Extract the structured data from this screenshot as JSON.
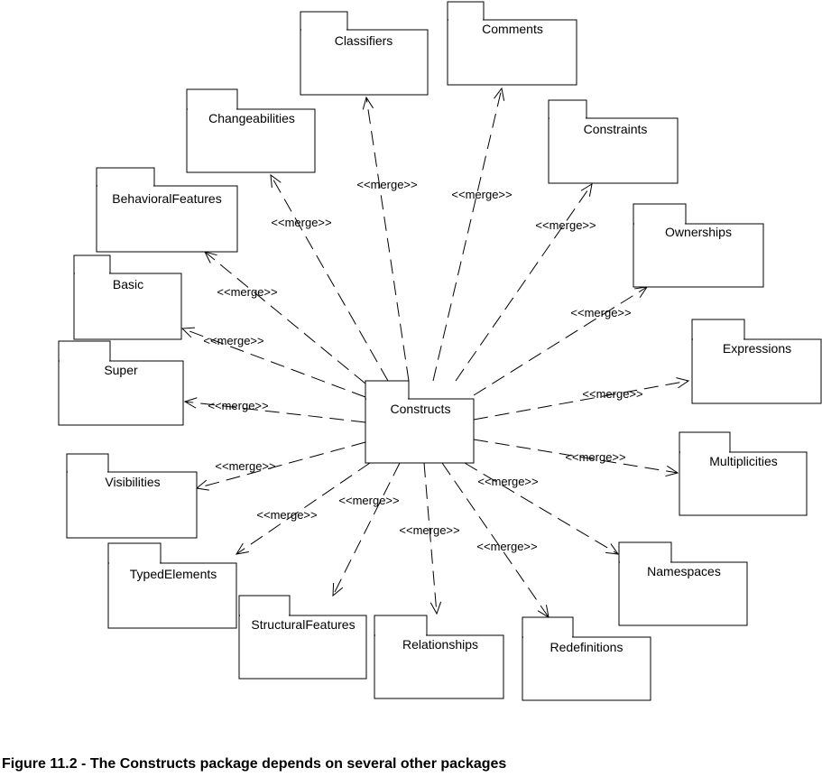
{
  "central_package": "Constructs",
  "stereotype": "<<merge>>",
  "packages": [
    {
      "id": "classifiers",
      "name": "Classifiers"
    },
    {
      "id": "comments",
      "name": "Comments"
    },
    {
      "id": "changeabilities",
      "name": "Changeabilities"
    },
    {
      "id": "constraints",
      "name": "Constraints"
    },
    {
      "id": "behavioralfeatures",
      "name": "BehavioralFeatures"
    },
    {
      "id": "ownerships",
      "name": "Ownerships"
    },
    {
      "id": "basic",
      "name": "Basic"
    },
    {
      "id": "expressions",
      "name": "Expressions"
    },
    {
      "id": "super",
      "name": "Super"
    },
    {
      "id": "multiplicities",
      "name": "Multiplicities"
    },
    {
      "id": "visibilities",
      "name": "Visibilities"
    },
    {
      "id": "typedelements",
      "name": "TypedElements"
    },
    {
      "id": "namespaces",
      "name": "Namespaces"
    },
    {
      "id": "structuralfeatures",
      "name": "StructuralFeatures"
    },
    {
      "id": "relationships",
      "name": "Relationships"
    },
    {
      "id": "redefinitions",
      "name": "Redefinitions"
    }
  ],
  "caption": "Figure 11.2 - The Constructs package depends on several other packages"
}
